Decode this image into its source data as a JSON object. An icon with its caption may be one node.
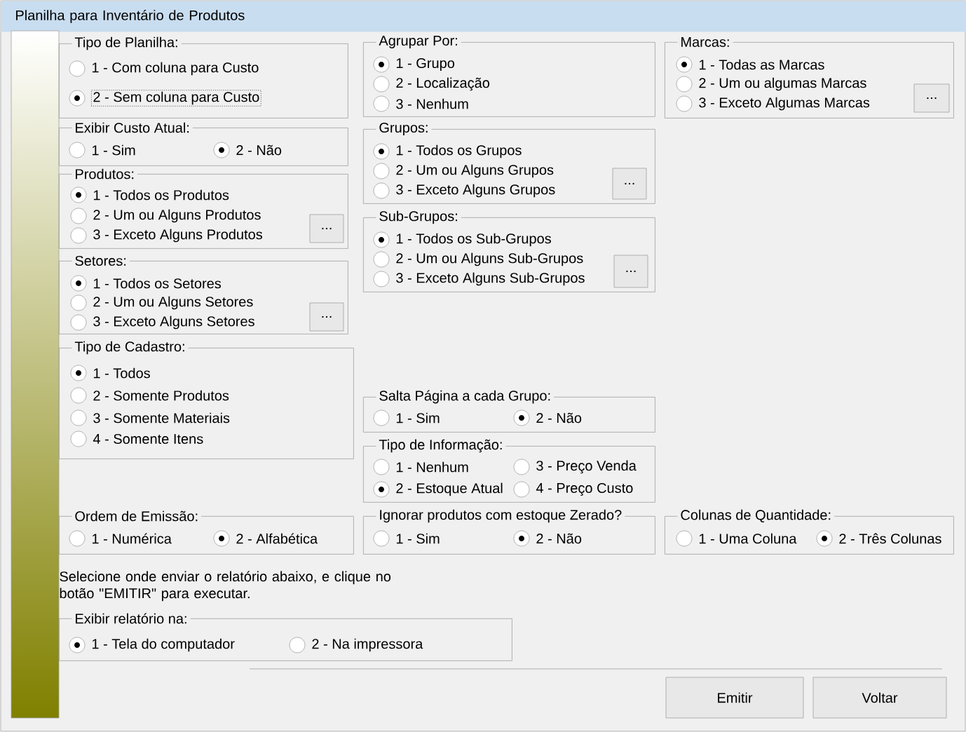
{
  "diagram": {
    "title": "Planilha para Inventário de Produtos",
    "nodes": [
      {
        "text": [
          "Tipo de Planilha:"
        ]
      },
      {
        "text": [
          "1 - Com coluna para Custo"
        ],
        "in": 0
      },
      {
        "text": [
          "2 - Sem coluna para Custo"
        ],
        "in": 0
      },
      {
        "text": [
          "Exibir Custo Atual:"
        ]
      },
      {
        "text": [
          "1 - Sim"
        ],
        "in": 3
      },
      {
        "text": [
          "2 - Não"
        ],
        "in": 3
      },
      {
        "text": [
          "Produtos:"
        ]
      },
      {
        "text": [
          "1 - Todos os Produtos"
        ],
        "in": 6
      },
      {
        "text": [
          "2 - Um ou Alguns Produtos"
        ],
        "in": 6
      },
      {
        "text": [
          "3 - Exceto Alguns Produtos"
        ],
        "in": 6
      },
      {
        "text": [
          "..."
        ],
        "in": 6
      },
      {
        "text": [
          "Setores:"
        ]
      },
      {
        "text": [
          "1 - Todos os Setores"
        ],
        "in": 11
      },
      {
        "text": [
          "2 - Um ou Alguns Setores"
        ],
        "in": 11
      },
      {
        "text": [
          "3 - Exceto Alguns Setores"
        ],
        "in": 11
      },
      {
        "text": [
          "..."
        ],
        "in": 11
      },
      {
        "text": [
          "Tipo de Cadastro:"
        ]
      },
      {
        "text": [
          "1 - Todos"
        ],
        "in": 16
      },
      {
        "text": [
          "2 - Somente Produtos"
        ],
        "in": 16
      },
      {
        "text": [
          "3 - Somente Materiais"
        ],
        "in": 16
      },
      {
        "text": [
          "4 - Somente Itens"
        ],
        "in": 16
      },
      {
        "text": [
          "Agrupar Por:"
        ]
      },
      {
        "text": [
          "1 - Grupo"
        ],
        "in": 21
      },
      {
        "text": [
          "2 - Localização"
        ],
        "in": 21
      },
      {
        "text": [
          "3 - Nenhum"
        ],
        "in": 21
      },
      {
        "text": [
          "Grupos:"
        ]
      },
      {
        "text": [
          "1 - Todos os Grupos"
        ],
        "in": 25
      },
      {
        "text": [
          "2 - Um ou Alguns Grupos"
        ],
        "in": 25
      },
      {
        "text": [
          "3 - Exceto Alguns Grupos"
        ],
        "in": 25
      },
      {
        "text": [
          "..."
        ],
        "in": 25
      },
      {
        "text": [
          "Sub-Grupos:"
        ]
      },
      {
        "text": [
          "1 - Todos os Sub-Grupos"
        ],
        "in": 30
      },
      {
        "text": [
          "2 - Um ou Alguns Sub-Grupos"
        ],
        "in": 30
      },
      {
        "text": [
          "3 - Exceto Alguns Sub-Grupos"
        ],
        "in": 30
      },
      {
        "text": [
          "..."
        ],
        "in": 30
      },
      {
        "text": [
          "Marcas:"
        ]
      },
      {
        "text": [
          "1 - Todas as Marcas"
        ],
        "in": 35
      },
      {
        "text": [
          "2 - Um ou algumas Marcas"
        ],
        "in": 35
      },
      {
        "text": [
          "3 - Exceto Algumas Marcas"
        ],
        "in": 35
      },
      {
        "text": [
          "..."
        ],
        "in": 35
      },
      {
        "text": [
          "Salta Página a cada Grupo:"
        ]
      },
      {
        "text": [
          "1 - Sim"
        ],
        "in": 40
      },
      {
        "text": [
          "2 - Não"
        ],
        "in": 40
      },
      {
        "text": [
          "Tipo de Informação:"
        ]
      },
      {
        "text": [
          "1 - Nenhum"
        ],
        "in": 43
      },
      {
        "text": [
          "3 - Preço Venda"
        ],
        "in": 43
      },
      {
        "text": [
          "2 - Estoque Atual"
        ],
        "in": 43
      },
      {
        "text": [
          "4 - Preço Custo"
        ],
        "in": 43
      },
      {
        "text": [
          "Ordem de Emissão:"
        ]
      },
      {
        "text": [
          "1 - Numérica"
        ],
        "in": 48
      },
      {
        "text": [
          "2 - Alfabética"
        ],
        "in": 48
      },
      {
        "text": [
          "Ignorar produtos com estoque Zerado?"
        ]
      },
      {
        "text": [
          "1 - Sim"
        ],
        "in": 51
      },
      {
        "text": [
          "2 - Não"
        ],
        "in": 51
      },
      {
        "text": [
          "Colunas de Quantidade:"
        ]
      },
      {
        "text": [
          "1 - Uma Coluna"
        ],
        "in": 54
      },
      {
        "text": [
          "2 - Três Colunas"
        ],
        "in": 54
      },
      {
        "text": [
          "Exibir relatório na:"
        ]
      },
      {
        "text": [
          "1 - Tela do computador"
        ],
        "in": 57
      },
      {
        "text": [
          "2 - Na impressora"
        ],
        "in": 57
      },
      {
        "text": [
          "Emitir"
        ]
      },
      {
        "text": [
          "Voltar"
        ]
      }
    ],
    "labels": [
      "Selecione onde enviar o relatório abaixo, e clique no botão \"EMITIR\" para executar."
    ]
  }
}
